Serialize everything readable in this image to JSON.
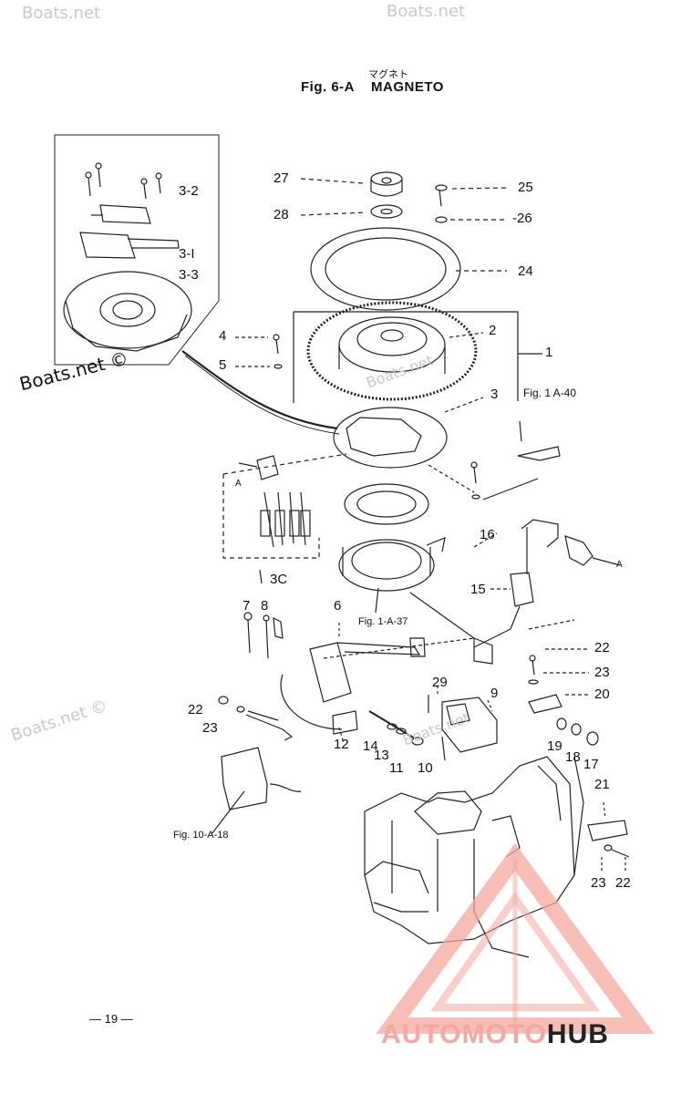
{
  "figure": {
    "title_jp": "マグネト",
    "fig_label": "Fig. 6-A",
    "title": "MAGNETO",
    "page_number": "— 19 —"
  },
  "watermarks": {
    "boats_net": "Boats.net",
    "boats_net_c": "Boats.net ©",
    "logo_part1": "AUTO",
    "logo_part2": "MOTO",
    "logo_part3": "HUB",
    "logo_color_light": "#f4a8a0",
    "logo_color_dark": "#222222"
  },
  "references": {
    "fig_1a40": "Fig. 1 A-40",
    "fig_1a37": "Fig. 1-A-37",
    "fig_10a18": "Fig. 10-A-18"
  },
  "callouts": {
    "c27": "27",
    "c28": "28",
    "c25": "25",
    "c26": "-26",
    "c24": "24",
    "c3_2": "3-2",
    "c3_1": "3-I",
    "c3_3": "3-3",
    "c2": "2",
    "c1": "1",
    "c4": "4",
    "c5": "5",
    "c3": "3",
    "c3c": "3C",
    "c16": "16",
    "c15": "15",
    "c7": "7",
    "c8": "8",
    "c6": "6",
    "c22a": "22",
    "c23a": "23",
    "c20": "20",
    "c29": "29",
    "c9": "9",
    "c22b": "22",
    "c23b": "23",
    "c12": "12",
    "c14": "14",
    "c13": "13",
    "c11": "11",
    "c10": "10",
    "c19": "19",
    "c18": "18",
    "c17": "17",
    "c21": "21",
    "c23c": "23",
    "c22c": "22",
    "letter_a1": "A",
    "letter_a2": "A"
  }
}
